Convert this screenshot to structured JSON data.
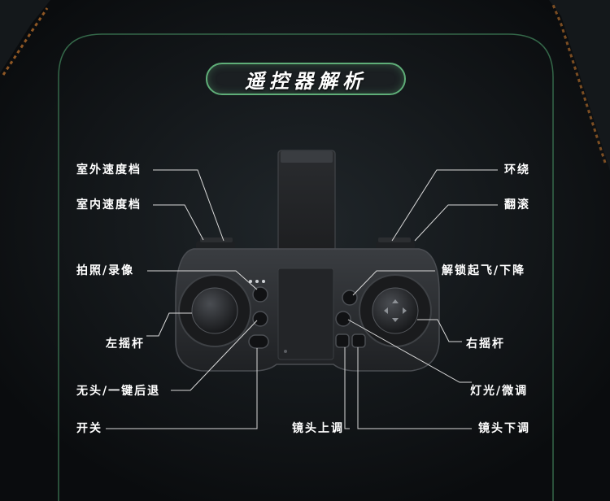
{
  "title": "遥控器解析",
  "labels": {
    "outdoor_speed": "室外速度档",
    "indoor_speed": "室内速度档",
    "photo_video": "拍照/录像",
    "left_stick": "左摇杆",
    "headless_return": "无头/一键后退",
    "power": "开关",
    "orbit": "环绕",
    "flip": "翻滚",
    "unlock_takeoff_land": "解锁起飞/下降",
    "right_stick": "右摇杆",
    "light_trim": "灯光/微调",
    "lens_up": "镜头上调",
    "lens_down": "镜头下调"
  },
  "colors": {
    "accent": "#5fae78",
    "line": "#d9d9d9",
    "controller_body": "#2b2d30",
    "background": "#0b0d10"
  }
}
